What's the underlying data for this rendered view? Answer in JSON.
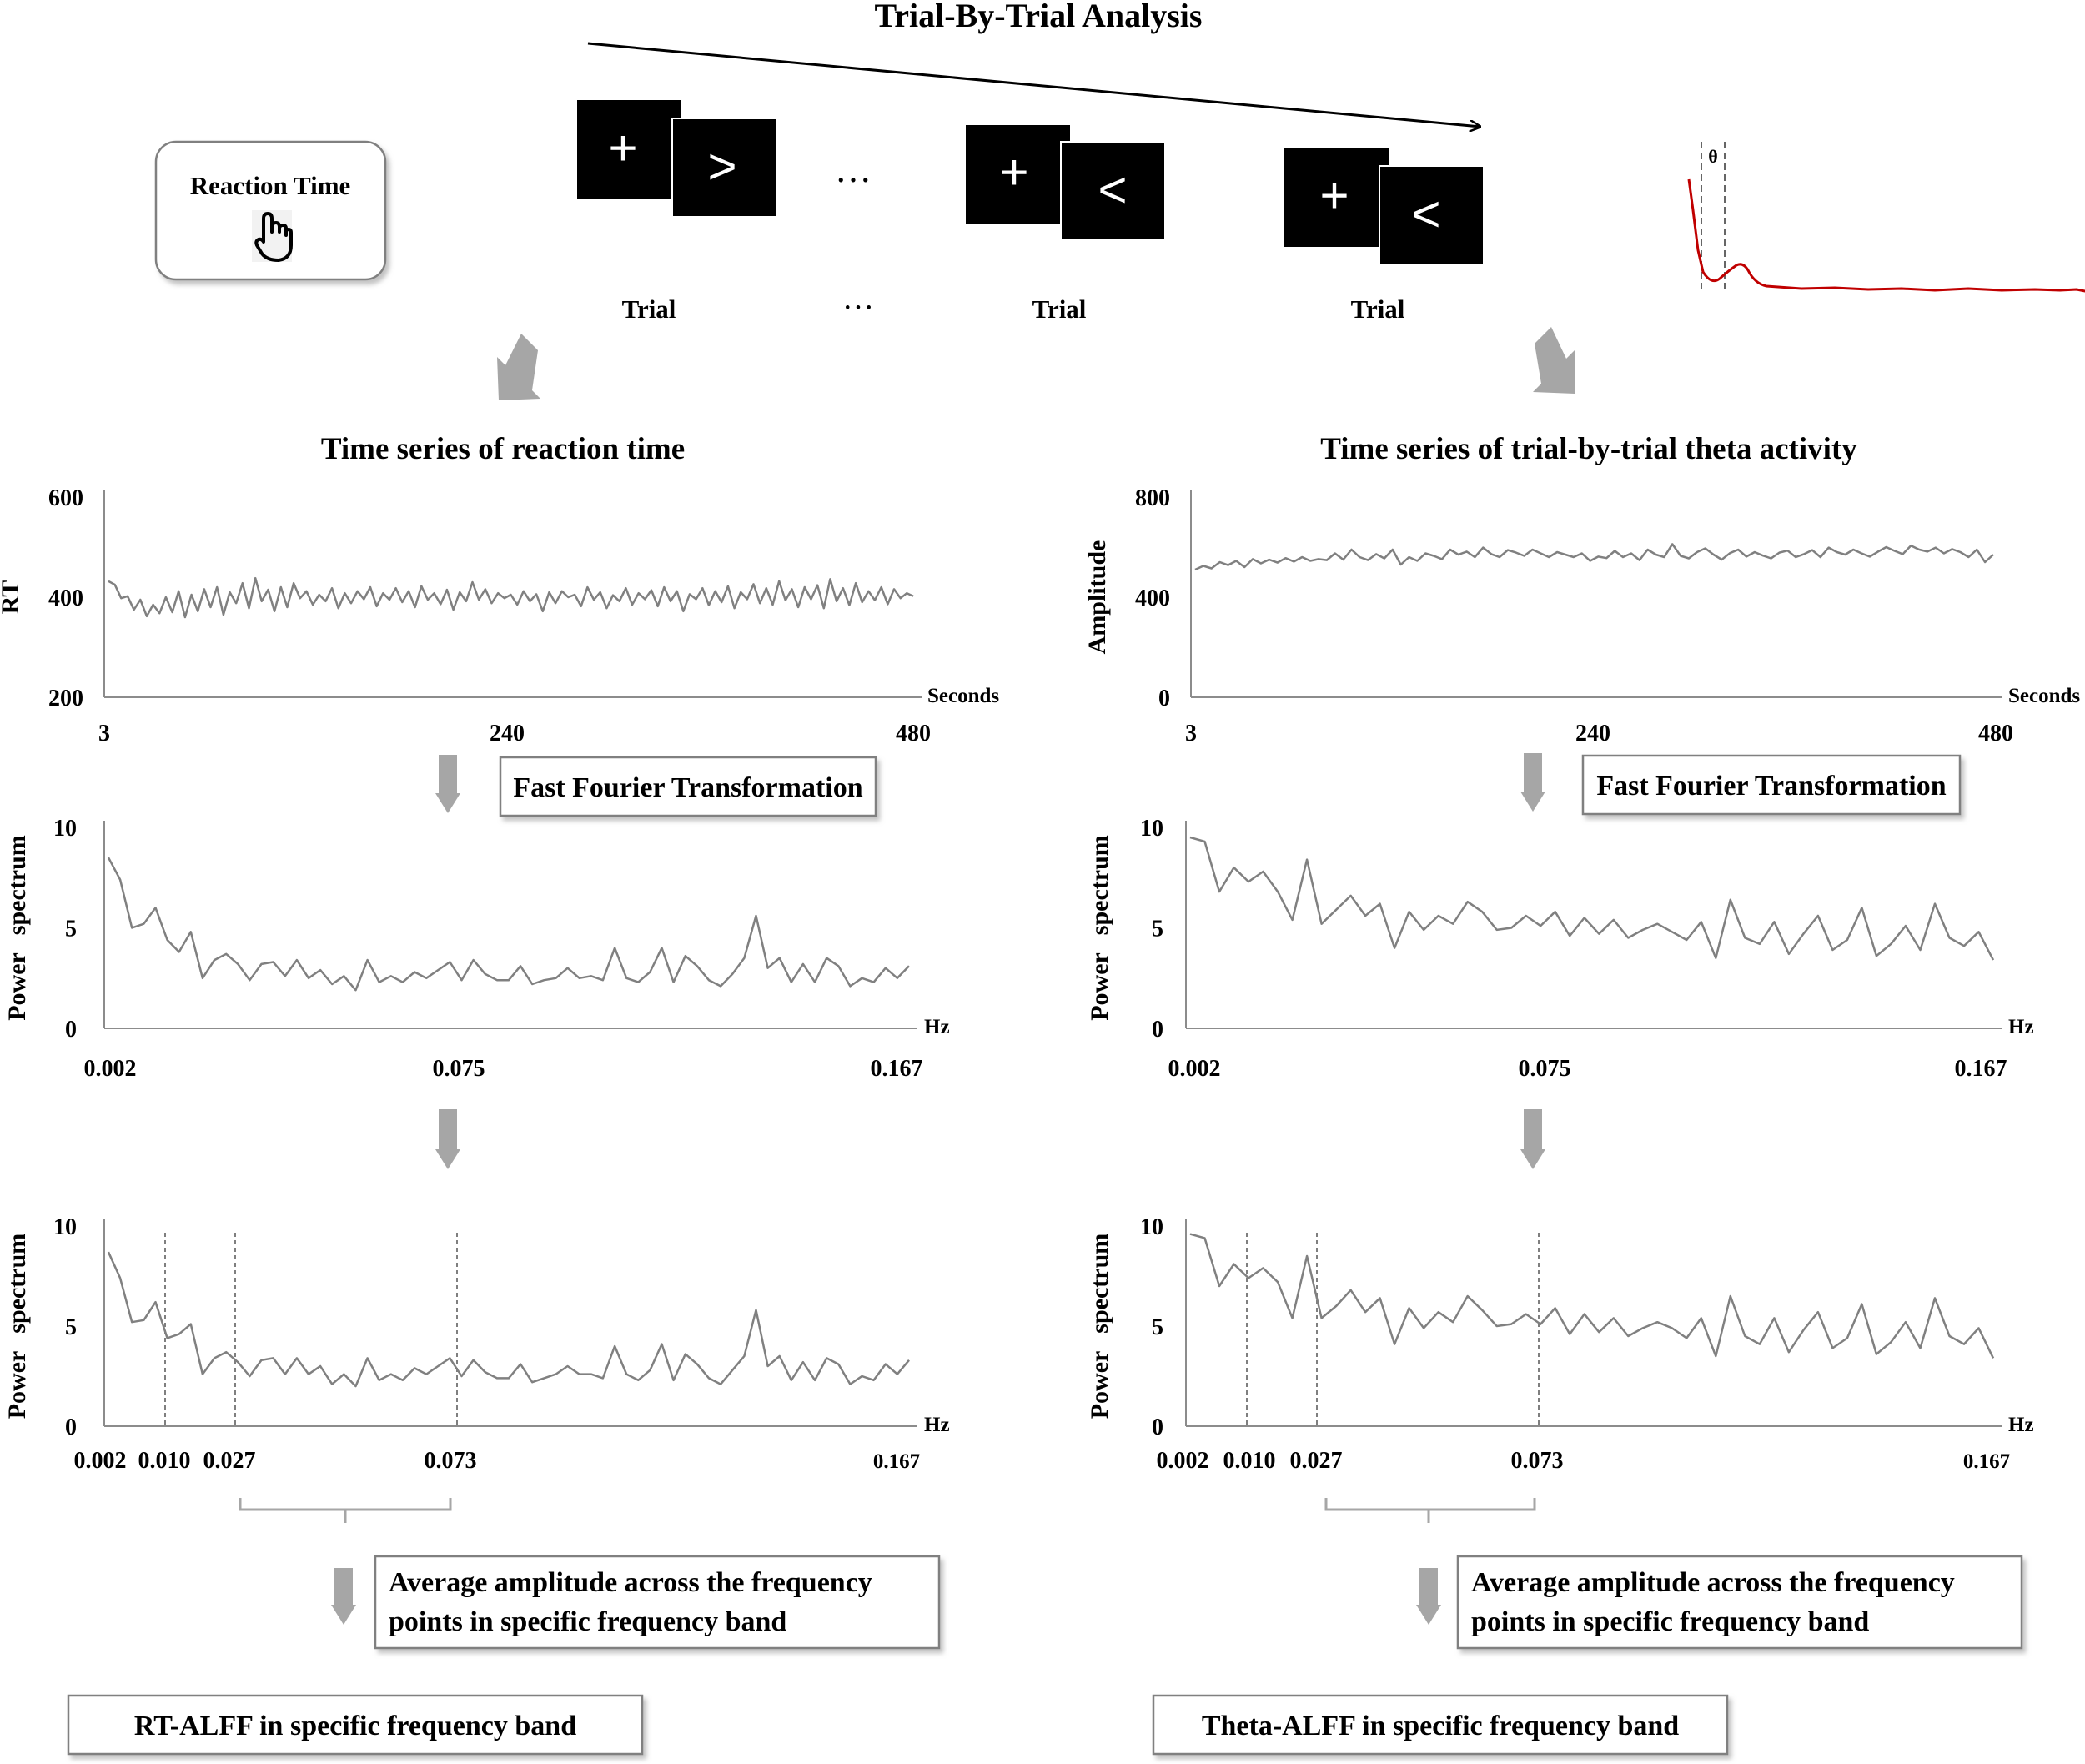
{
  "title": "Trial-By-Trial Analysis",
  "reaction_time_label": "Reaction Time",
  "trials": [
    {
      "label": "Trial",
      "glyph1": "+",
      "glyph2": ">"
    },
    {
      "label": "Trial",
      "glyph1": "+",
      "glyph2": "<"
    },
    {
      "label": "Trial",
      "glyph1": "+",
      "glyph2": "<"
    }
  ],
  "ellipsis": "…",
  "theta_symbol": "θ",
  "left": {
    "series_title": "Time series of reaction time",
    "fft_label": "Fast Fourier Transformation",
    "average_label_line1": "Average amplitude across the frequency",
    "average_label_line2": "points in specific frequency band",
    "result_label": "RT-ALFF in specific frequency band"
  },
  "right": {
    "series_title": "Time series of trial-by-trial theta activity",
    "fft_label": "Fast Fourier Transformation",
    "average_label_line1": "Average amplitude across the frequency",
    "average_label_line2": "points in specific frequency band",
    "result_label": "Theta-ALFF in specific frequency band"
  },
  "colors": {
    "line": "#808080",
    "theta_curve": "#c00000",
    "arrow_grey": "#a6a6a6",
    "box_border": "#7f7f7f",
    "panel_fill": "#000000"
  },
  "chart_data": [
    {
      "id": "rt_time",
      "type": "line",
      "xlabel": "Seconds",
      "ylabel": "RT",
      "ylim": [
        200,
        600
      ],
      "xlim": [
        3,
        480
      ],
      "y_ticks": [
        "600",
        "400",
        "200"
      ],
      "x_ticks": [
        "3",
        "240",
        "480"
      ],
      "series": [
        {
          "values": [
            432,
            425,
            398,
            402,
            375,
            395,
            362,
            385,
            368,
            400,
            370,
            412,
            360,
            405,
            372,
            416,
            380,
            420,
            365,
            410,
            388,
            428,
            378,
            438,
            392,
            415,
            372,
            420,
            380,
            428,
            398,
            412,
            385,
            405,
            392,
            418,
            378,
            408,
            388,
            412,
            396,
            420,
            382,
            408,
            395,
            418,
            390,
            412,
            380,
            422,
            395,
            408,
            386,
            415,
            375,
            410,
            392,
            430,
            395,
            416,
            388,
            408,
            398,
            405,
            385,
            412,
            392,
            406,
            372,
            410,
            388,
            412,
            400,
            405,
            382,
            420,
            395,
            410,
            378,
            404,
            392,
            418,
            385,
            408,
            396,
            414,
            382,
            420,
            392,
            412,
            372,
            406,
            396,
            418,
            384,
            412,
            390,
            422,
            378,
            410,
            396,
            426,
            388,
            418,
            385,
            432,
            394,
            416,
            380,
            420,
            396,
            424,
            378,
            436,
            392,
            418,
            384,
            428,
            390,
            412,
            394,
            420,
            386,
            416,
            398,
            408,
            402
          ]
        }
      ]
    },
    {
      "id": "theta_time",
      "type": "line",
      "xlabel": "Seconds",
      "ylabel": "Amplitude",
      "ylim": [
        0,
        800
      ],
      "xlim": [
        3,
        480
      ],
      "y_ticks": [
        "800",
        "400",
        "0"
      ],
      "x_ticks": [
        "3",
        "240",
        "480"
      ],
      "series": [
        {
          "values": [
            510,
            525,
            515,
            540,
            528,
            545,
            520,
            552,
            535,
            550,
            538,
            556,
            542,
            560,
            545,
            552,
            548,
            575,
            550,
            590,
            560,
            548,
            572,
            555,
            590,
            530,
            560,
            545,
            575,
            565,
            552,
            590,
            570,
            582,
            560,
            598,
            572,
            560,
            588,
            578,
            565,
            590,
            575,
            560,
            580,
            570,
            560,
            575,
            545,
            562,
            556,
            585,
            560,
            575,
            548,
            590,
            570,
            560,
            612,
            565,
            555,
            580,
            595,
            570,
            550,
            576,
            590,
            562,
            580,
            566,
            555,
            578,
            586,
            560,
            572,
            588,
            560,
            598,
            580,
            570,
            590,
            575,
            562,
            582,
            600,
            585,
            572,
            606,
            590,
            582,
            598,
            575,
            592,
            580,
            560,
            590,
            540,
            570
          ]
        }
      ]
    },
    {
      "id": "rt_power",
      "type": "line",
      "xlabel": "Hz",
      "ylabel": "Power spectrum",
      "ylim": [
        0,
        10
      ],
      "xlim": [
        0.002,
        0.167
      ],
      "y_ticks": [
        "10",
        "5",
        "0"
      ],
      "x_ticks": [
        "0.002",
        "0.075",
        "0.167"
      ],
      "series": [
        {
          "values": [
            8.5,
            7.4,
            5.0,
            5.2,
            6.0,
            4.4,
            3.8,
            4.8,
            2.5,
            3.4,
            3.7,
            3.2,
            2.4,
            3.2,
            3.3,
            2.6,
            3.4,
            2.5,
            2.9,
            2.2,
            2.6,
            1.9,
            3.4,
            2.3,
            2.6,
            2.3,
            2.8,
            2.5,
            2.9,
            3.3,
            2.4,
            3.4,
            2.7,
            2.4,
            2.4,
            3.1,
            2.2,
            2.4,
            2.5,
            3.0,
            2.5,
            2.6,
            2.4,
            4.0,
            2.5,
            2.3,
            2.8,
            4.0,
            2.3,
            3.6,
            3.1,
            2.4,
            2.1,
            2.7,
            3.5,
            5.6,
            3.0,
            3.5,
            2.3,
            3.2,
            2.3,
            3.5,
            3.1,
            2.1,
            2.5,
            2.3,
            3.0,
            2.5,
            3.1
          ]
        }
      ]
    },
    {
      "id": "theta_power",
      "type": "line",
      "xlabel": "Hz",
      "ylabel": "Power spectrum",
      "ylim": [
        0,
        10
      ],
      "xlim": [
        0.002,
        0.167
      ],
      "y_ticks": [
        "10",
        "5",
        "0"
      ],
      "x_ticks": [
        "0.002",
        "0.075",
        "0.167"
      ],
      "series": [
        {
          "values": [
            9.5,
            9.3,
            6.8,
            8.0,
            7.3,
            7.8,
            6.8,
            5.4,
            8.4,
            5.2,
            5.9,
            6.6,
            5.6,
            6.2,
            4.0,
            5.8,
            4.9,
            5.6,
            5.2,
            6.3,
            5.8,
            4.9,
            5.0,
            5.6,
            5.1,
            5.8,
            4.6,
            5.5,
            4.7,
            5.4,
            4.5,
            4.9,
            5.2,
            4.8,
            4.4,
            5.3,
            3.5,
            6.4,
            4.5,
            4.2,
            5.3,
            3.7,
            4.7,
            5.6,
            3.9,
            4.4,
            6.0,
            3.6,
            4.2,
            5.1,
            3.9,
            6.2,
            4.5,
            4.1,
            4.8,
            3.4
          ]
        }
      ]
    },
    {
      "id": "rt_band",
      "type": "line",
      "xlabel": "Hz",
      "ylabel": "Power spectrum",
      "ylim": [
        0,
        10
      ],
      "xlim": [
        0.002,
        0.167
      ],
      "y_ticks": [
        "10",
        "5",
        "0"
      ],
      "x_ticks": [
        "0.002",
        "0.010",
        "0.027",
        "0.073",
        "0.167"
      ],
      "band_markers": [
        0.01,
        0.027,
        0.073
      ],
      "series": [
        {
          "values": [
            8.7,
            7.4,
            5.2,
            5.3,
            6.2,
            4.4,
            4.6,
            5.1,
            2.6,
            3.4,
            3.7,
            3.2,
            2.5,
            3.3,
            3.4,
            2.6,
            3.4,
            2.6,
            3.0,
            2.1,
            2.6,
            2.0,
            3.4,
            2.3,
            2.6,
            2.3,
            2.9,
            2.6,
            3.0,
            3.4,
            2.5,
            3.3,
            2.7,
            2.4,
            2.4,
            3.1,
            2.2,
            2.4,
            2.6,
            3.0,
            2.6,
            2.6,
            2.4,
            4.0,
            2.6,
            2.3,
            2.8,
            4.1,
            2.3,
            3.6,
            3.1,
            2.4,
            2.1,
            2.8,
            3.5,
            5.8,
            3.0,
            3.5,
            2.3,
            3.2,
            2.3,
            3.4,
            3.1,
            2.1,
            2.5,
            2.3,
            3.1,
            2.6,
            3.3
          ]
        }
      ]
    },
    {
      "id": "theta_band",
      "type": "line",
      "xlabel": "Hz",
      "ylabel": "Power spectrum",
      "ylim": [
        0,
        10
      ],
      "xlim": [
        0.002,
        0.167
      ],
      "y_ticks": [
        "10",
        "5",
        "0"
      ],
      "x_ticks": [
        "0.002",
        "0.010",
        "0.027",
        "0.073",
        "0.167"
      ],
      "band_markers": [
        0.01,
        0.027,
        0.073
      ],
      "series": [
        {
          "values": [
            9.6,
            9.4,
            7.0,
            8.1,
            7.4,
            7.9,
            7.2,
            5.4,
            8.5,
            5.4,
            6.0,
            6.8,
            5.7,
            6.4,
            4.1,
            5.9,
            4.9,
            5.7,
            5.2,
            6.5,
            5.8,
            5.0,
            5.1,
            5.6,
            5.1,
            5.9,
            4.6,
            5.6,
            4.7,
            5.4,
            4.5,
            4.9,
            5.2,
            4.9,
            4.4,
            5.4,
            3.5,
            6.5,
            4.5,
            4.1,
            5.4,
            3.7,
            4.8,
            5.7,
            3.9,
            4.4,
            6.1,
            3.6,
            4.2,
            5.2,
            3.9,
            6.4,
            4.5,
            4.1,
            4.9,
            3.4
          ]
        }
      ]
    }
  ]
}
